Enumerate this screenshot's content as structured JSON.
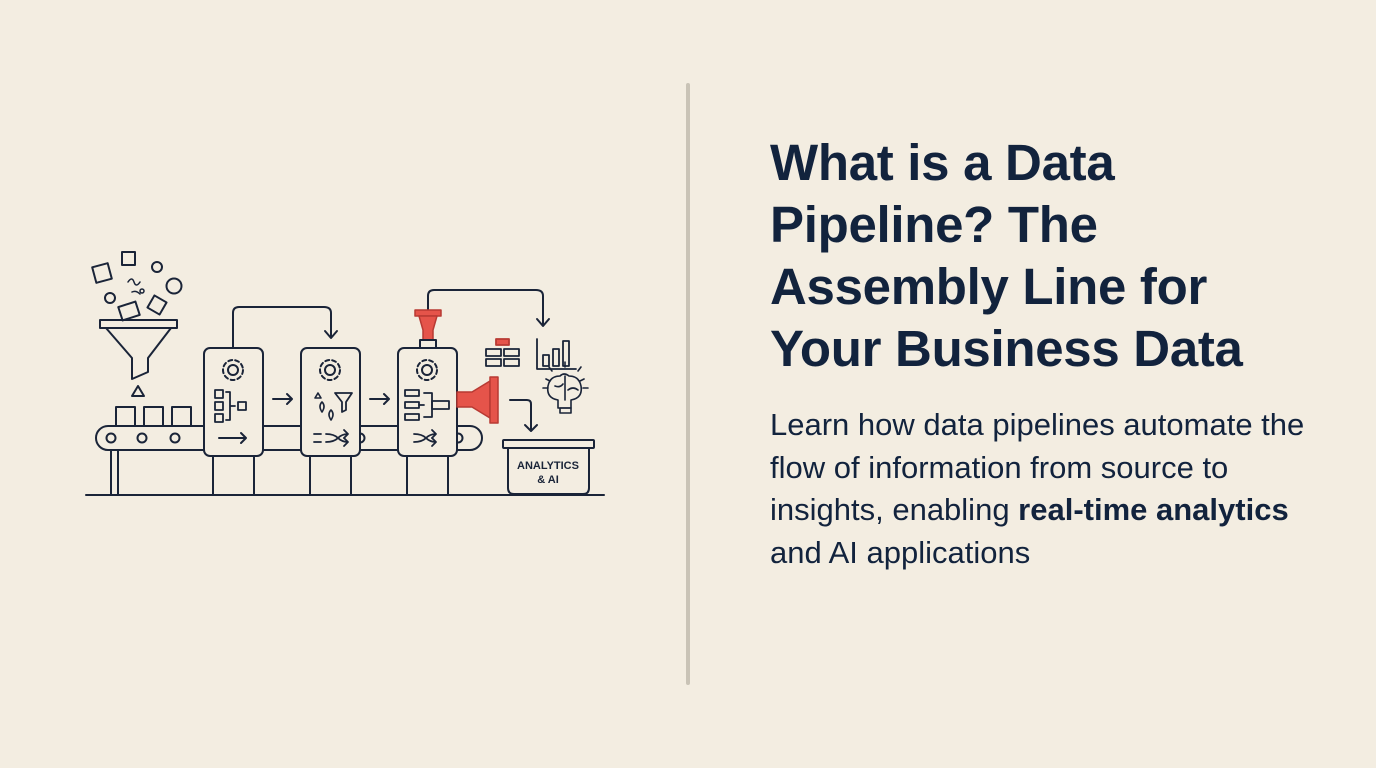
{
  "article": {
    "title": "What is a Data Pipeline? The Assembly Line for Your Business Data",
    "subtitle": {
      "part1": "Learn how data pipelines automate the flow of information from source to insights, enabling ",
      "emphasis": "real-time analytics",
      "part2": " and AI applications"
    }
  },
  "illustration": {
    "output_bin_label_line1": "ANALYTICS",
    "output_bin_label_line2": "& AI",
    "icons": [
      "funnel-icon",
      "conveyor-belt",
      "gear-icon",
      "hierarchy-icon",
      "filter-icon",
      "shuffle-icon",
      "droplet-icon",
      "bar-chart-icon",
      "table-grid-icon",
      "brain-lightbulb-icon",
      "megaphone-nozzle-icon"
    ]
  },
  "colors": {
    "background": "#f3ede1",
    "ink": "#12233d",
    "accent": "#e5544a",
    "divider": "#c9c3b6"
  }
}
